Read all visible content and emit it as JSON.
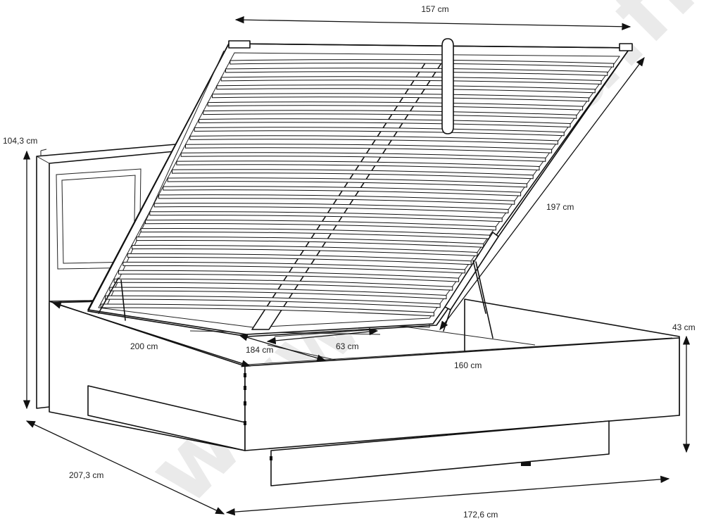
{
  "dimensions": {
    "top_width": "157 cm",
    "headboard_height": "104,3 cm",
    "frame_diagonal": "197 cm",
    "side_height": "43 cm",
    "mattress_length": "200 cm",
    "storage_depth": "184 cm",
    "storage_width": "63 cm",
    "mattress_width": "160 cm",
    "overall_length": "207,3 cm",
    "overall_width": "172,6 cm"
  },
  "watermark": "www.basika.fr",
  "colors": {
    "line": "#111111",
    "watermark": "#d9d9d9",
    "background": "#ffffff"
  }
}
